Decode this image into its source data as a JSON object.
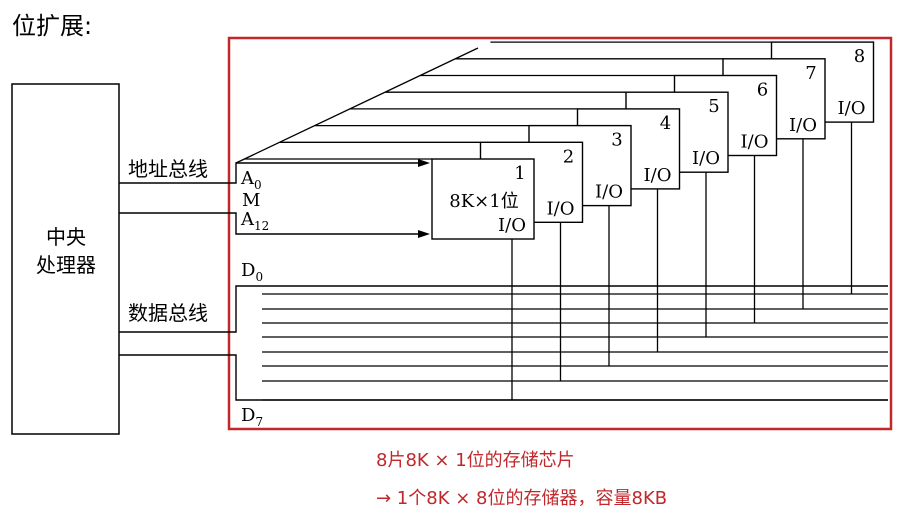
{
  "heading": "位扩展:",
  "cpu": {
    "line1": "中央",
    "line2": "处理器"
  },
  "address_bus": {
    "label": "地址总线",
    "a0": "A",
    "a0_sub": "0",
    "m": "M",
    "a12": "A",
    "a12_sub": "12"
  },
  "data_bus": {
    "label": "数据总线",
    "d0": "D",
    "d0_sub": "0",
    "d7": "D",
    "d7_sub": "7"
  },
  "chip_main_label": "8K×1位",
  "chips": [
    {
      "number": "1",
      "io": "I/O"
    },
    {
      "number": "2",
      "io": "I/O"
    },
    {
      "number": "3",
      "io": "I/O"
    },
    {
      "number": "4",
      "io": "I/O"
    },
    {
      "number": "5",
      "io": "I/O"
    },
    {
      "number": "6",
      "io": "I/O"
    },
    {
      "number": "7",
      "io": "I/O"
    },
    {
      "number": "8",
      "io": "I/O"
    }
  ],
  "notes": {
    "line1": "8片8K × 1位的存储芯片",
    "line2": "→ 1个8K × 8位的存储器，容量8KB"
  },
  "colors": {
    "frame": "#c0282c",
    "note": "#c0282c",
    "line": "#000000"
  }
}
